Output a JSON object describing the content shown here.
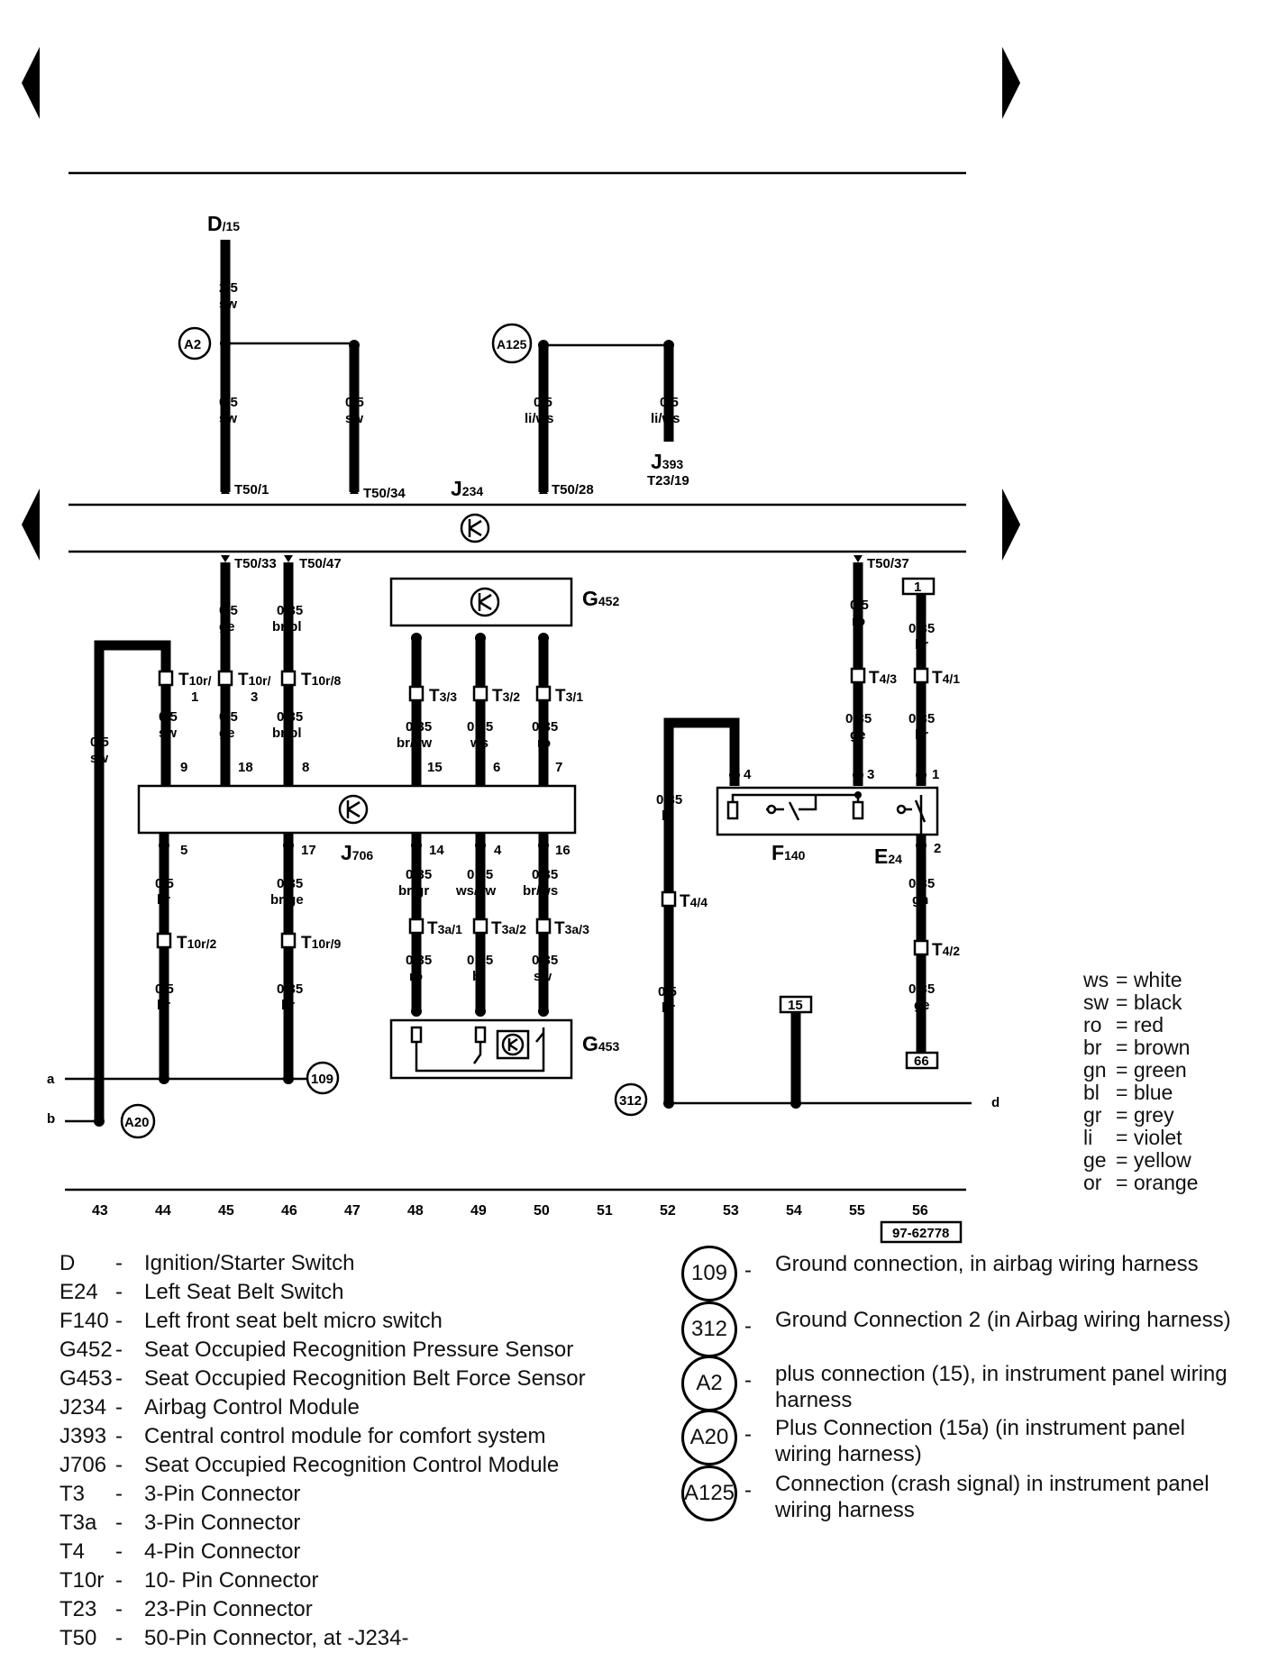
{
  "components": {
    "D": {
      "label": "D",
      "sub": "/15"
    },
    "J234": {
      "label": "J",
      "sub": "234"
    },
    "J393": {
      "label": "J",
      "sub": "393",
      "pin": "T23/19"
    },
    "G452": {
      "label": "G",
      "sub": "452"
    },
    "J706": {
      "label": "J",
      "sub": "706"
    },
    "G453": {
      "label": "G",
      "sub": "453"
    },
    "F140": {
      "label": "F",
      "sub": "140"
    },
    "E24": {
      "label": "E",
      "sub": "24"
    }
  },
  "ground_points": {
    "A2": "A2",
    "A125": "A125",
    "g109": "109",
    "A20": "A20",
    "g312": "312"
  },
  "wires": {
    "d_main": {
      "gauge": "2,5",
      "color": "sw"
    },
    "c44_top": {
      "gauge": "0,5",
      "color": "sw"
    },
    "c47_top": {
      "gauge": "0,5",
      "color": "sw"
    },
    "c50_top": {
      "gauge": "0,5",
      "color": "li/ws"
    },
    "c52_top": {
      "gauge": "0,5",
      "color": "li/ws"
    },
    "c45_top": {
      "gauge": "0,5",
      "color": "ge"
    },
    "c46_top": {
      "gauge": "0,35",
      "color": "br/bl"
    },
    "c43": {
      "gauge": "0,5",
      "color": "sw"
    },
    "c44_mid": {
      "gauge": "0,5",
      "color": "sw"
    },
    "c45_mid": {
      "gauge": "0,5",
      "color": "ge"
    },
    "c46_mid": {
      "gauge": "0,35",
      "color": "br/bl"
    },
    "c48_mid": {
      "gauge": "0,35",
      "color": "br/sw"
    },
    "c49_mid": {
      "gauge": "0,35",
      "color": "ws"
    },
    "c50_mid": {
      "gauge": "0,35",
      "color": "ro"
    },
    "c55_top": {
      "gauge": "0,5",
      "color": "ro"
    },
    "c56_top": {
      "gauge": "0,35",
      "color": "br"
    },
    "c55_mid": {
      "gauge": "0,35",
      "color": "ge"
    },
    "c56_mid": {
      "gauge": "0,35",
      "color": "br"
    },
    "c53_top": {
      "gauge": "0,35",
      "color": "bl"
    },
    "c53_bot": {
      "gauge": "0,5",
      "color": "br"
    },
    "c44_low": {
      "gauge": "0,5",
      "color": "br"
    },
    "c46_low": {
      "gauge": "0,35",
      "color": "br/ge"
    },
    "c44_bot": {
      "gauge": "0,5",
      "color": "br"
    },
    "c46_bot": {
      "gauge": "0,35",
      "color": "br"
    },
    "c48_low": {
      "gauge": "0,35",
      "color": "br/gr"
    },
    "c49_low": {
      "gauge": "0,35",
      "color": "ws/sw"
    },
    "c50_low": {
      "gauge": "0,35",
      "color": "br/ws"
    },
    "c48_bot": {
      "gauge": "0,35",
      "color": "ro"
    },
    "c49_bot": {
      "gauge": "0,35",
      "color": "bl"
    },
    "c50_bot": {
      "gauge": "0,35",
      "color": "sw"
    },
    "c56_low": {
      "gauge": "0,35",
      "color": "gn"
    },
    "c56_bot": {
      "gauge": "0,35",
      "color": "ge"
    }
  },
  "connectors": {
    "t50_1": "T50/1",
    "t50_34": "T50/34",
    "t50_28": "T50/28",
    "t50_33": "T50/33",
    "t50_47": "T50/47",
    "t50_37": "T50/37",
    "t10r1_a": "T",
    "t10r1_b": "10r/",
    "t10r1_c": "1",
    "t10r3_a": "T",
    "t10r3_b": "10r/",
    "t10r3_c": "3",
    "t10r8_a": "T",
    "t10r8_b": "10r/8",
    "t33_a": "T",
    "t33_b": "3/3",
    "t32_a": "T",
    "t32_b": "3/2",
    "t31_a": "T",
    "t31_b": "3/1",
    "t43_a": "T",
    "t43_b": "4/3",
    "t41_a": "T",
    "t41_b": "4/1",
    "t44_a": "T",
    "t44_b": "4/4",
    "t42_a": "T",
    "t42_b": "4/2",
    "t10r2_a": "T",
    "t10r2_b": "10r/2",
    "t10r9_a": "T",
    "t10r9_b": "10r/9",
    "t3a1_a": "T",
    "t3a1_b": "3a/1",
    "t3a2_a": "T",
    "t3a2_b": "3a/2",
    "t3a3_a": "T",
    "t3a3_b": "3a/3"
  },
  "pins": {
    "p9": "9",
    "p18": "18",
    "p8": "8",
    "p15": "15",
    "p6": "6",
    "p7": "7",
    "p5": "5",
    "p17": "17",
    "p14": "14",
    "p4": "4",
    "p16": "16",
    "f4": "4",
    "f3": "3",
    "e1": "1",
    "e2": "2"
  },
  "boxes": {
    "b1": "1",
    "b15": "15",
    "b66": "66"
  },
  "lines": {
    "a": "a",
    "b": "b",
    "d": "d"
  },
  "columns": [
    "43",
    "44",
    "45",
    "46",
    "47",
    "48",
    "49",
    "50",
    "51",
    "52",
    "53",
    "54",
    "55",
    "56"
  ],
  "diagram_id": "97-62778",
  "color_codes": [
    {
      "code": "ws",
      "name": "= white"
    },
    {
      "code": "sw",
      "name": "= black"
    },
    {
      "code": "ro",
      "name": "= red"
    },
    {
      "code": "br",
      "name": "= brown"
    },
    {
      "code": "gn",
      "name": "= green"
    },
    {
      "code": "bl",
      "name": "= blue"
    },
    {
      "code": "gr",
      "name": "= grey"
    },
    {
      "code": "li",
      "name": "= violet"
    },
    {
      "code": "ge",
      "name": "= yellow"
    },
    {
      "code": "or",
      "name": "= orange"
    }
  ],
  "legend": [
    {
      "code": "D",
      "desc": "Ignition/Starter Switch"
    },
    {
      "code": "E24",
      "desc": "Left Seat Belt Switch"
    },
    {
      "code": "F140",
      "desc": "Left front seat belt micro switch"
    },
    {
      "code": "G452",
      "desc": "Seat Occupied Recognition Pressure Sensor"
    },
    {
      "code": "G453",
      "desc": "Seat Occupied Recognition Belt Force Sensor"
    },
    {
      "code": "J234",
      "desc": "Airbag Control Module"
    },
    {
      "code": "J393",
      "desc": "Central control module for comfort system"
    },
    {
      "code": "J706",
      "desc": "Seat Occupied Recognition Control Module"
    },
    {
      "code": "T3",
      "desc": "3-Pin Connector"
    },
    {
      "code": "T3a",
      "desc": "3-Pin Connector"
    },
    {
      "code": "T4",
      "desc": "4-Pin Connector"
    },
    {
      "code": "T10r",
      "desc": "10- Pin Connector"
    },
    {
      "code": "T23",
      "desc": "23-Pin Connector"
    },
    {
      "code": "T50",
      "desc": "50-Pin Connector, at -J234-"
    }
  ],
  "grounds": [
    {
      "id": "109",
      "dash": "-",
      "desc": "Ground connection, in airbag wiring harness"
    },
    {
      "id": "312",
      "dash": "-",
      "desc": "Ground Connection 2 (in Airbag wiring harness)"
    },
    {
      "id": "A2",
      "dash": "-",
      "desc": "plus connection (15), in instrument panel wiring harness"
    },
    {
      "id": "A20",
      "dash": "-",
      "desc": "Plus Connection (15a) (in instrument panel wiring harness)"
    },
    {
      "id": "A125",
      "dash": "-",
      "desc": "Connection (crash signal) in instrument panel wiring harness"
    }
  ]
}
